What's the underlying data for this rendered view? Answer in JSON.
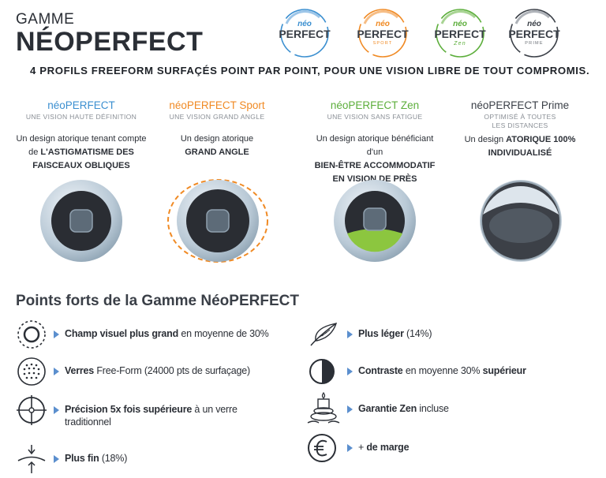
{
  "header": {
    "gamme": "GAMME",
    "title": "NÉOPERFECT",
    "tagline": "4 PROFILS FREEFORM SURFAÇÉS POINT PAR POINT, POUR UNE VISION LIBRE DE TOUT COMPROMIS."
  },
  "logos": [
    {
      "neo": "néo",
      "perfect": "PERFECT",
      "sub": "",
      "color": "#3b8fd0"
    },
    {
      "neo": "néo",
      "perfect": "PERFECT",
      "sub": "SPORT",
      "color": "#f08a24"
    },
    {
      "neo": "néo",
      "perfect": "PERFECT",
      "sub": "Zen",
      "color": "#5cae3b"
    },
    {
      "neo": "néo",
      "perfect": "PERFECT",
      "sub": "PRIME",
      "color": "#3a3f47"
    }
  ],
  "products": [
    {
      "name": "néoPERFECT",
      "subtitle": "UNE VISION HAUTE DÉFINITION",
      "desc_plain": "Un design atorique tenant compte de ",
      "desc_bold": "L'ASTIGMATISME DES FAISCEAUX OBLIQUES",
      "color": "#3b8fd0"
    },
    {
      "name": "néoPERFECT Sport",
      "subtitle": "UNE VISION GRAND ANGLE",
      "desc_plain": "Un design atorique",
      "desc_bold": "GRAND ANGLE",
      "color": "#f08a24"
    },
    {
      "name": "néoPERFECT Zen",
      "subtitle": "UNE VISION SANS FATIGUE",
      "desc_plain": "Un design atorique bénéficiant d'un",
      "desc_bold": "BIEN-ÊTRE ACCOMMODATIF EN VISION DE PRÈS",
      "color": "#5cae3b"
    },
    {
      "name": "néoPERFECT Prime",
      "subtitle": "OPTIMISÉ À TOUTES LES DISTANCES",
      "desc_plain": "Un design ",
      "desc_bold": "ATORIQUE 100% INDIVIDUALISÉ",
      "color": "#3a3f47"
    }
  ],
  "section_title": "Points forts de la Gamme NéoPERFECT",
  "features": [
    {
      "icon": "visual-field-icon",
      "bold": "Champ visuel plus grand",
      "rest": " en moyenne de 30%",
      "bold2": "",
      "rest2": ""
    },
    {
      "icon": "dotted-sphere-icon",
      "bold": "Verres",
      "rest": " Free-Form (24000 pts de surfaçage)",
      "bold2": "",
      "rest2": ""
    },
    {
      "icon": "crosshair-icon",
      "bold": "Précision 5x fois supérieure",
      "rest": " à un verre traditionnel",
      "bold2": "",
      "rest2": ""
    },
    {
      "icon": "thin-lens-icon",
      "bold": "Plus fin",
      "rest": " (18%)",
      "bold2": "",
      "rest2": ""
    },
    {
      "icon": "feather-icon",
      "bold": "Plus léger",
      "rest": " (14%)",
      "bold2": "",
      "rest2": ""
    },
    {
      "icon": "contrast-icon",
      "bold": "Contraste",
      "rest": " en moyenne 30% ",
      "bold2": "supérieur",
      "rest2": ""
    },
    {
      "icon": "zen-stones-icon",
      "bold": "Garantie Zen",
      "rest": " incluse",
      "bold2": "",
      "rest2": ""
    },
    {
      "icon": "euro-icon",
      "bold": "",
      "rest": "+ ",
      "bold2": "de marge",
      "rest2": ""
    }
  ]
}
